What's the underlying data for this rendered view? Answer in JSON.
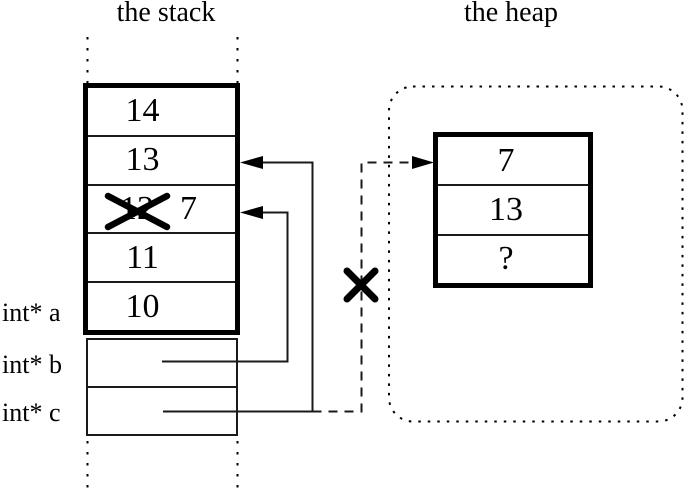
{
  "titles": {
    "stack": "the stack",
    "heap": "the heap"
  },
  "stack": {
    "cells": [
      {
        "value": "14"
      },
      {
        "value": "13"
      },
      {
        "old_value": "12",
        "new_value": "7",
        "note": "old value crossed out"
      },
      {
        "value": "11"
      },
      {
        "value": "10"
      }
    ],
    "pointer_labels": [
      {
        "label": "int* a"
      },
      {
        "label": "int* b"
      },
      {
        "label": "int* c"
      }
    ]
  },
  "heap": {
    "cells": [
      {
        "value": "7"
      },
      {
        "value": "13"
      },
      {
        "value": "?"
      }
    ]
  },
  "colors": {
    "ink": "#000000",
    "thin_line": "#1a1a1a",
    "background": "#ffffff"
  }
}
